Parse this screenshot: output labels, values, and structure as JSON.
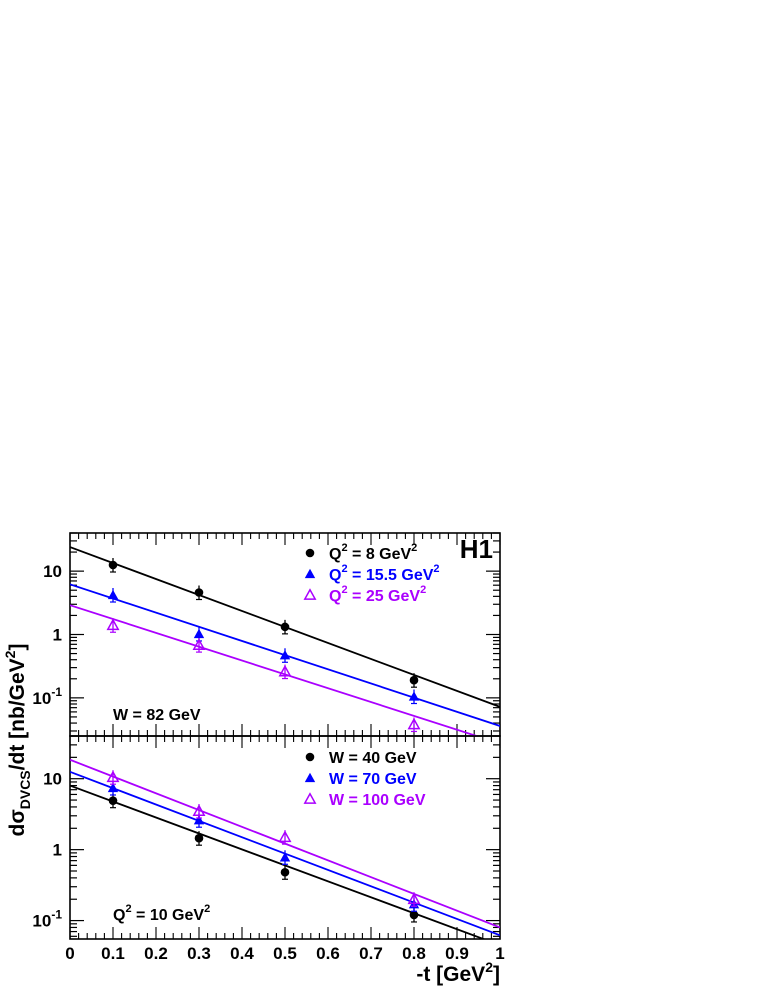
{
  "figure": {
    "logo": "H1",
    "ylabel": {
      "main": "dσ",
      "sub": "DVCS",
      "tail": "/dt [nb/GeV",
      "sup": "2",
      "close": "]"
    },
    "xlabel": {
      "main": "-t [GeV",
      "sup": "2",
      "close": "]"
    }
  },
  "colors": {
    "black": "#000000",
    "blue": "#0000ff",
    "violet": "#aa00ff"
  },
  "chart_data": [
    {
      "type": "scatter",
      "panel": "top",
      "yscale": "log",
      "xlim": [
        0,
        1
      ],
      "ylim": [
        0.025,
        40
      ],
      "annotation": {
        "text": "W = 82 GeV"
      },
      "series": [
        {
          "name": "Q² = 8 GeV²",
          "legend": {
            "pre": "Q",
            "sup1": "2",
            "mid": " = 8 GeV",
            "sup2": "2"
          },
          "color": "#000000",
          "marker": "circle",
          "x": [
            0.1,
            0.3,
            0.5,
            0.8
          ],
          "y": [
            12.5,
            4.6,
            1.32,
            0.19
          ],
          "fit": {
            "y0": 24,
            "y1": 0.072
          }
        },
        {
          "name": "Q² = 15.5 GeV²",
          "legend": {
            "pre": "Q",
            "sup1": "2",
            "mid": " = 15.5 GeV",
            "sup2": "2"
          },
          "color": "#0000ff",
          "marker": "triangle",
          "x": [
            0.1,
            0.3,
            0.5,
            0.8
          ],
          "y": [
            4.2,
            1.02,
            0.47,
            0.105
          ],
          "fit": {
            "y0": 6.2,
            "y1": 0.036
          }
        },
        {
          "name": "Q² = 25 GeV²",
          "legend": {
            "pre": "Q",
            "sup1": "2",
            "mid": " = 25 GeV",
            "sup2": "2"
          },
          "color": "#aa00ff",
          "marker": "triangle-open",
          "x": [
            0.1,
            0.3,
            0.5,
            0.8
          ],
          "y": [
            1.4,
            0.68,
            0.26,
            0.038
          ],
          "fit": {
            "y0": 2.9,
            "y1": 0.019
          }
        }
      ]
    },
    {
      "type": "scatter",
      "panel": "bottom",
      "yscale": "log",
      "xlim": [
        0,
        1
      ],
      "ylim": [
        0.055,
        40
      ],
      "xticks": [
        "0",
        "0.1",
        "0.2",
        "0.3",
        "0.4",
        "0.5",
        "0.6",
        "0.7",
        "0.8",
        "0.9",
        "1"
      ],
      "annotation": {
        "text": "Q",
        "sup": "2",
        "rest": " = 10 GeV",
        "sup2": "2"
      },
      "series": [
        {
          "name": "W = 40 GeV",
          "legend": {
            "pre": "W = 40 GeV"
          },
          "color": "#000000",
          "marker": "circle",
          "x": [
            0.1,
            0.3,
            0.5,
            0.8
          ],
          "y": [
            4.9,
            1.45,
            0.48,
            0.12
          ],
          "fit": {
            "y0": 8.0,
            "y1": 0.045
          }
        },
        {
          "name": "W = 70 GeV",
          "legend": {
            "pre": "W = 70 GeV"
          },
          "color": "#0000ff",
          "marker": "triangle",
          "x": [
            0.1,
            0.3,
            0.5,
            0.8
          ],
          "y": [
            7.4,
            2.6,
            0.78,
            0.17
          ],
          "fit": {
            "y0": 12.5,
            "y1": 0.062
          }
        },
        {
          "name": "W = 100 GeV",
          "legend": {
            "pre": "W = 100 GeV"
          },
          "color": "#aa00ff",
          "marker": "triangle-open",
          "x": [
            0.1,
            0.3,
            0.5,
            0.8
          ],
          "y": [
            10.5,
            3.5,
            1.5,
            0.2
          ],
          "fit": {
            "y0": 18.5,
            "y1": 0.08
          }
        }
      ]
    }
  ]
}
